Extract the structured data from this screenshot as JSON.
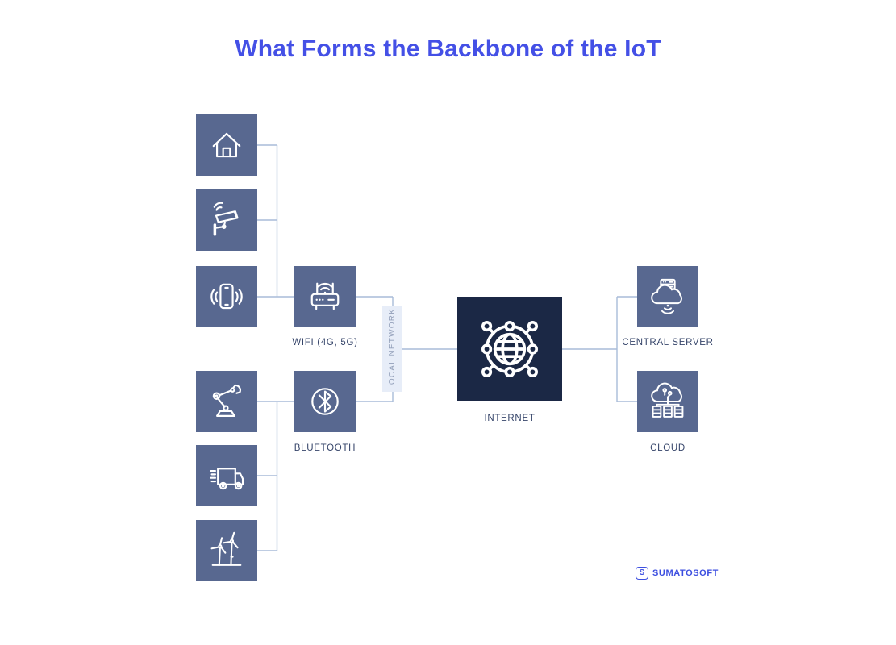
{
  "title": "What Forms the Backbone of the IoT",
  "colors": {
    "title_accent": "#4450e6",
    "device_box": "#586890",
    "internet_box": "#1b2845",
    "connector_line": "#a9bcd8",
    "label_text": "#36456a",
    "local_network_bg": "#e7edf8",
    "local_network_text": "#93a0ba",
    "logo_blue": "#3d4fe0",
    "icon_stroke": "#ffffff"
  },
  "devices": [
    {
      "id": "smart-home",
      "icon": "house-icon"
    },
    {
      "id": "security-camera",
      "icon": "cctv-camera-icon"
    },
    {
      "id": "smartphone",
      "icon": "smartphone-icon"
    },
    {
      "id": "robot-arm",
      "icon": "robot-arm-icon"
    },
    {
      "id": "delivery-truck",
      "icon": "truck-icon"
    },
    {
      "id": "wind-turbines",
      "icon": "wind-turbine-icon"
    }
  ],
  "network_nodes": [
    {
      "label": "WIFI (4G, 5G)",
      "icon": "wifi-router-icon"
    },
    {
      "label": "BLUETOOTH",
      "icon": "bluetooth-icon"
    }
  ],
  "local_network_label": "LOCAL NETWORK",
  "internet": {
    "label": "INTERNET",
    "icon": "globe-network-icon"
  },
  "cloud_nodes": [
    {
      "label": "CENTRAL SERVER",
      "icon": "server-cloud-icon"
    },
    {
      "label": "CLOUD",
      "icon": "cloud-storage-icon"
    }
  ],
  "logo": {
    "text": "SUMATOSOFT",
    "mark": "S"
  }
}
